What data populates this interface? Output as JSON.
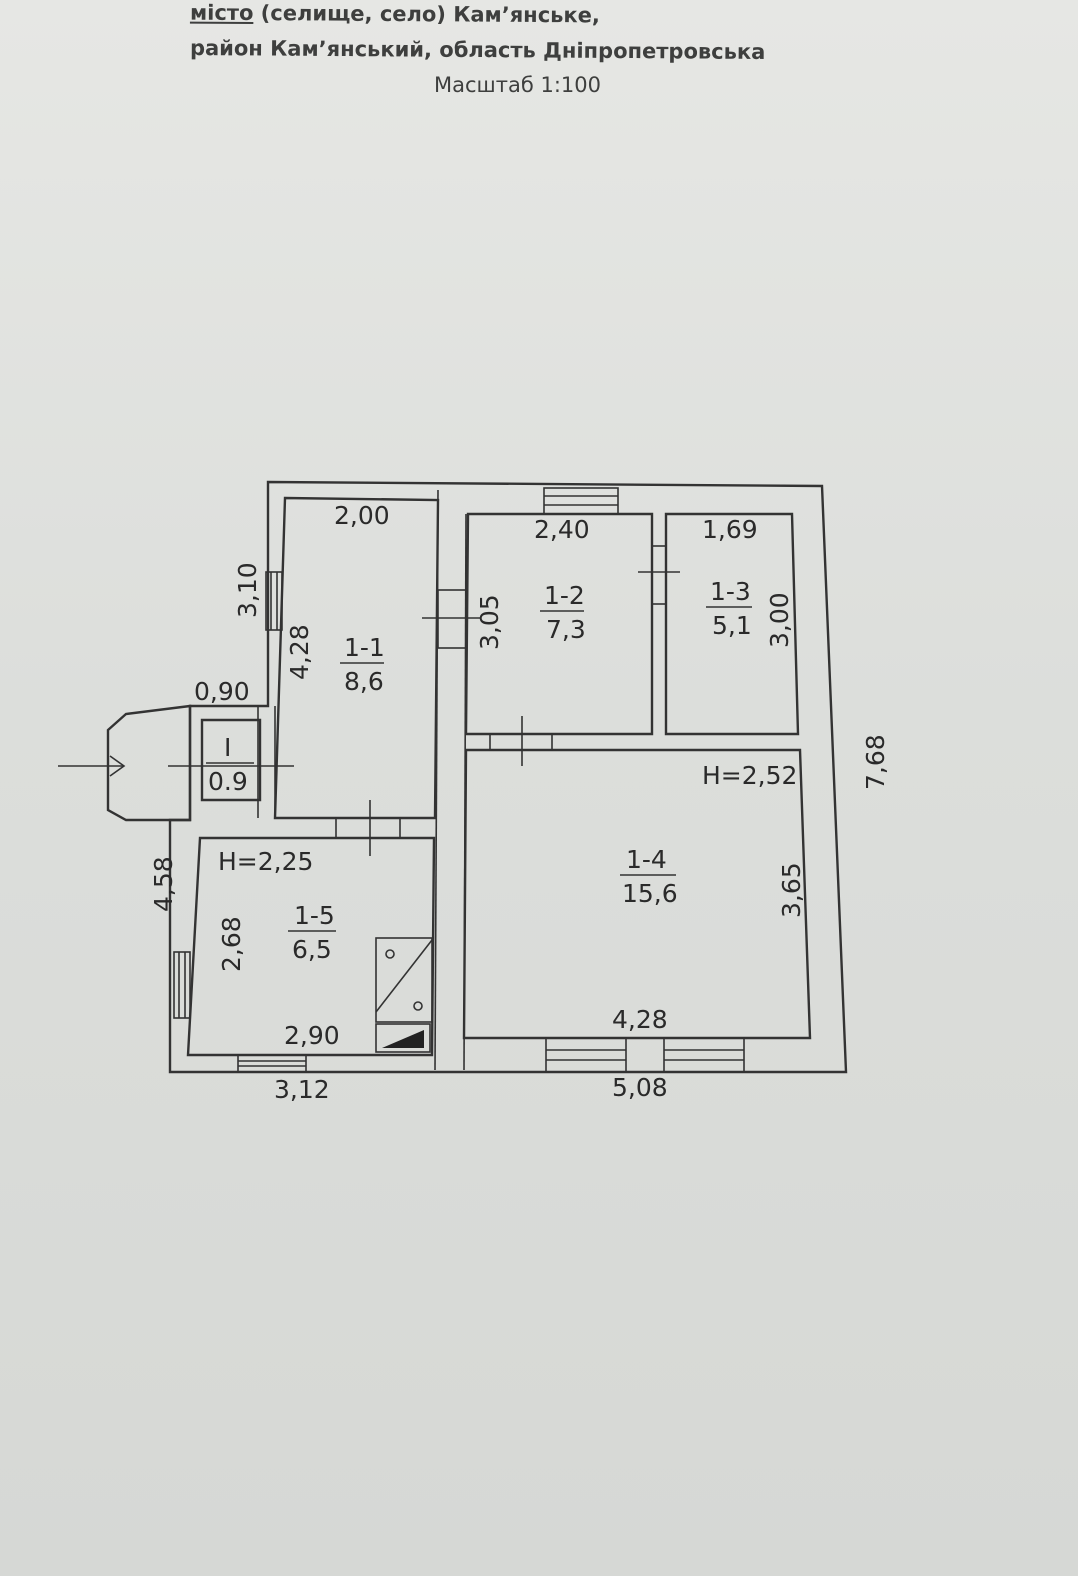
{
  "header": {
    "line1_prefix": "місто",
    "line1_rest": " (селище, село) Кам’янське,",
    "line2": "район Кам’янський, область Дніпропетровська",
    "scale": "Масштаб 1:100"
  },
  "rooms": [
    {
      "id": "1-1",
      "area": "8,6"
    },
    {
      "id": "1-2",
      "area": "7,3"
    },
    {
      "id": "1-3",
      "area": "5,1"
    },
    {
      "id": "1-4",
      "area": "15,6"
    },
    {
      "id": "1-5",
      "area": "6,5"
    },
    {
      "id": "I",
      "area": "0.9"
    }
  ],
  "heights": {
    "room_1_4": "H=2,52",
    "room_1_5": "H=2,25"
  },
  "dimensions": {
    "d_2_00": "2,00",
    "d_2_40": "2,40",
    "d_1_69": "1,69",
    "d_3_10": "3,10",
    "d_4_28_v": "4,28",
    "d_3_05": "3,05",
    "d_3_00": "3,00",
    "d_0_90": "0,90",
    "d_7_68": "7,68",
    "d_4_58": "4,58",
    "d_2_68": "2,68",
    "d_3_65": "3,65",
    "d_2_90": "2,90",
    "d_4_28_h": "4,28",
    "d_3_12": "3,12",
    "d_5_08": "5,08"
  },
  "colors": {
    "paper": "#e2e3e0",
    "ink": "#2a2a2a"
  }
}
